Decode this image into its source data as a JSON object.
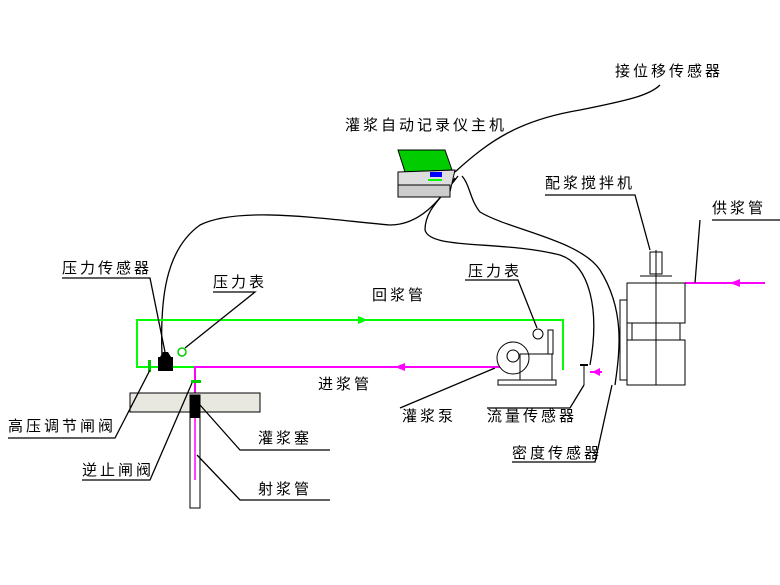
{
  "labels": {
    "displacement_sensor": "接位移传感器",
    "recorder_host": "灌浆自动记录仪主机",
    "mixer": "配浆搅拌机",
    "supply_pipe": "供浆管",
    "pressure_sensor": "压力传感器",
    "pressure_gauge_left": "压力表",
    "return_pipe": "回浆管",
    "pressure_gauge_right": "压力表",
    "inlet_pipe": "进浆管",
    "grout_pump": "灌浆泵",
    "flow_sensor": "流量传感器",
    "density_sensor": "密度传感器",
    "hp_valve": "高压调节闸阀",
    "check_valve": "逆止闸阀",
    "packer": "灌浆塞",
    "jet_pipe": "射浆管"
  },
  "colors": {
    "return_pipe": "#00ff00",
    "inlet_pipe": "#ff00ff",
    "screen": "#00cc00"
  }
}
